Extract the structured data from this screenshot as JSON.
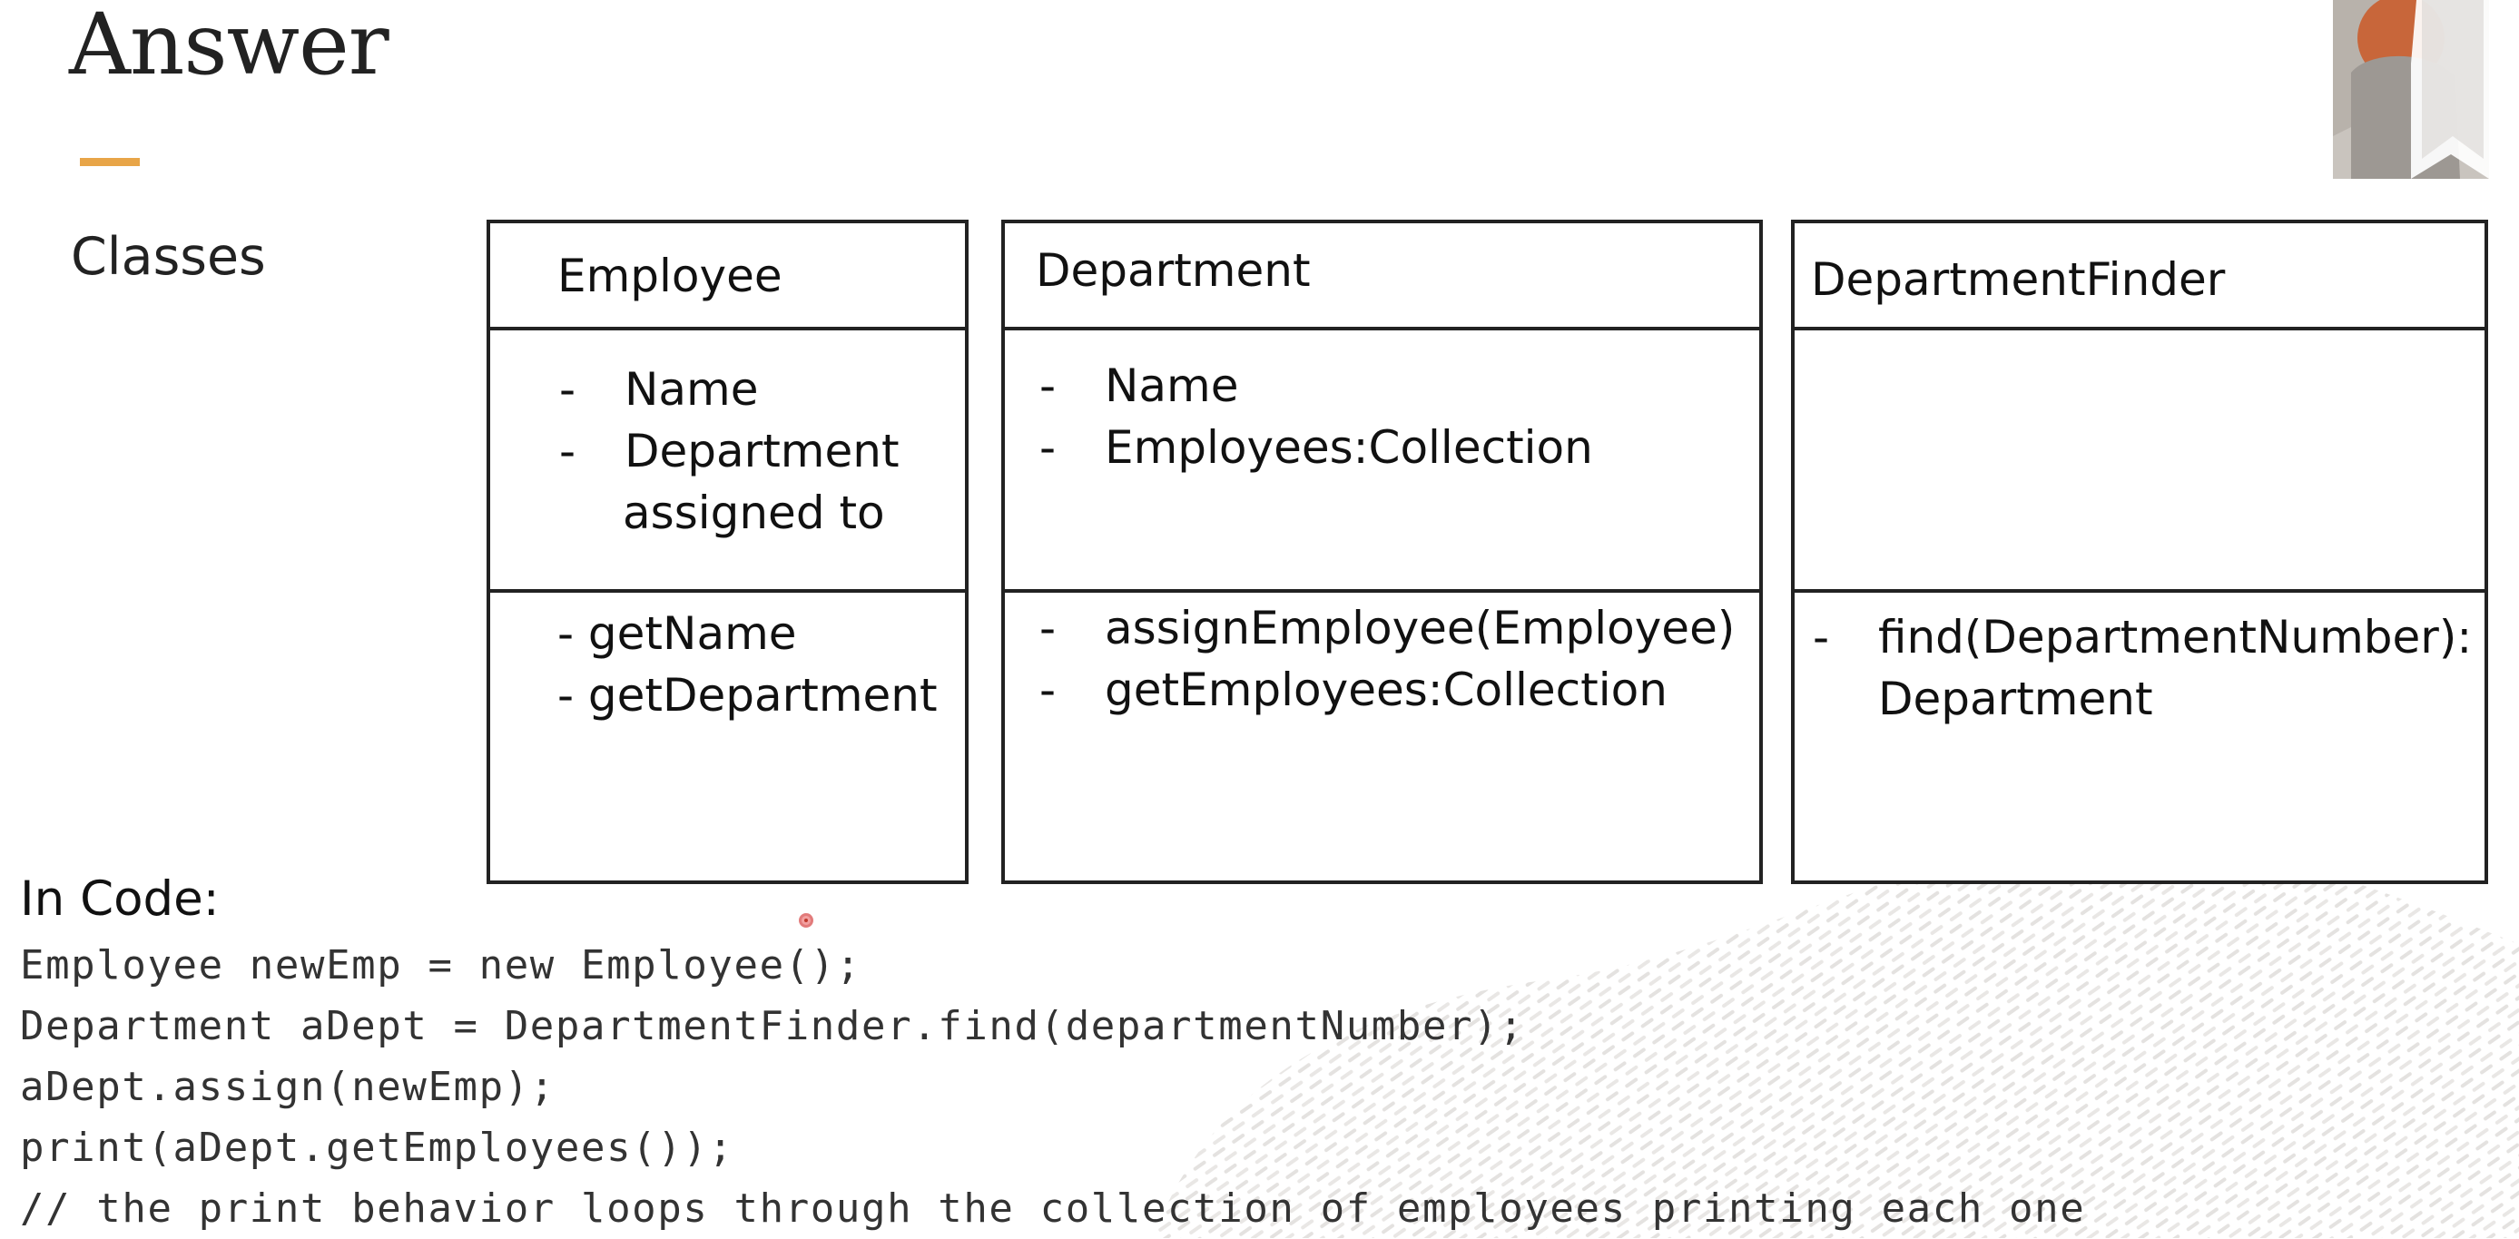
{
  "slide": {
    "title": "Answer",
    "classes_label": "Classes",
    "accent_color": "#e8a548"
  },
  "classes": [
    {
      "name": "Employee",
      "attributes": [
        {
          "dash": "-",
          "text": "Name"
        },
        {
          "dash": "-",
          "text": "Department"
        },
        {
          "dash": "",
          "text": "assigned to"
        }
      ],
      "methods": [
        {
          "dash": "",
          "text": "- getName"
        },
        {
          "dash": "",
          "text": "- getDepartment"
        }
      ]
    },
    {
      "name": "Department",
      "attributes": [
        {
          "dash": "-",
          "text": "Name"
        },
        {
          "dash": "-",
          "text": "Employees:Collection"
        }
      ],
      "methods": [
        {
          "dash": "-",
          "text": "assignEmployee(Employee)"
        },
        {
          "dash": "-",
          "text": "getEmployees:Collection"
        }
      ]
    },
    {
      "name": "DepartmentFinder",
      "attributes": [],
      "methods": [
        {
          "dash": "-",
          "text": "find(DepartmentNumber):"
        },
        {
          "dash": "",
          "text": "Department"
        }
      ]
    }
  ],
  "code": {
    "heading": "In Code:",
    "lines": [
      "Employee newEmp = new Employee();",
      "Department aDept = DepartmentFinder.find(departmentNumber);",
      "aDept.assign(newEmp);",
      "print(aDept.getEmployees());",
      "// the print behavior loops through the collection of employees printing each one"
    ]
  },
  "icons": {
    "logo": "presenter-video-thumbnail",
    "cursor": "pointer-dot-icon",
    "background": "dotted-wave-pattern"
  }
}
